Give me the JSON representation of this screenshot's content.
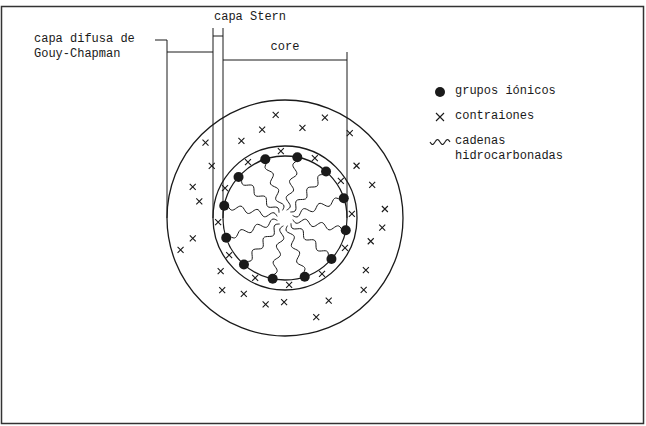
{
  "diagram": {
    "labels": [
      "capa difusa de Gouy-Chapman",
      "capa Stern",
      "core"
    ],
    "legend": [
      {
        "text": "grupos iónicos"
      },
      {
        "text": "contraiones"
      },
      {
        "text": "cadenas hidrocarbonadas"
      }
    ]
  }
}
